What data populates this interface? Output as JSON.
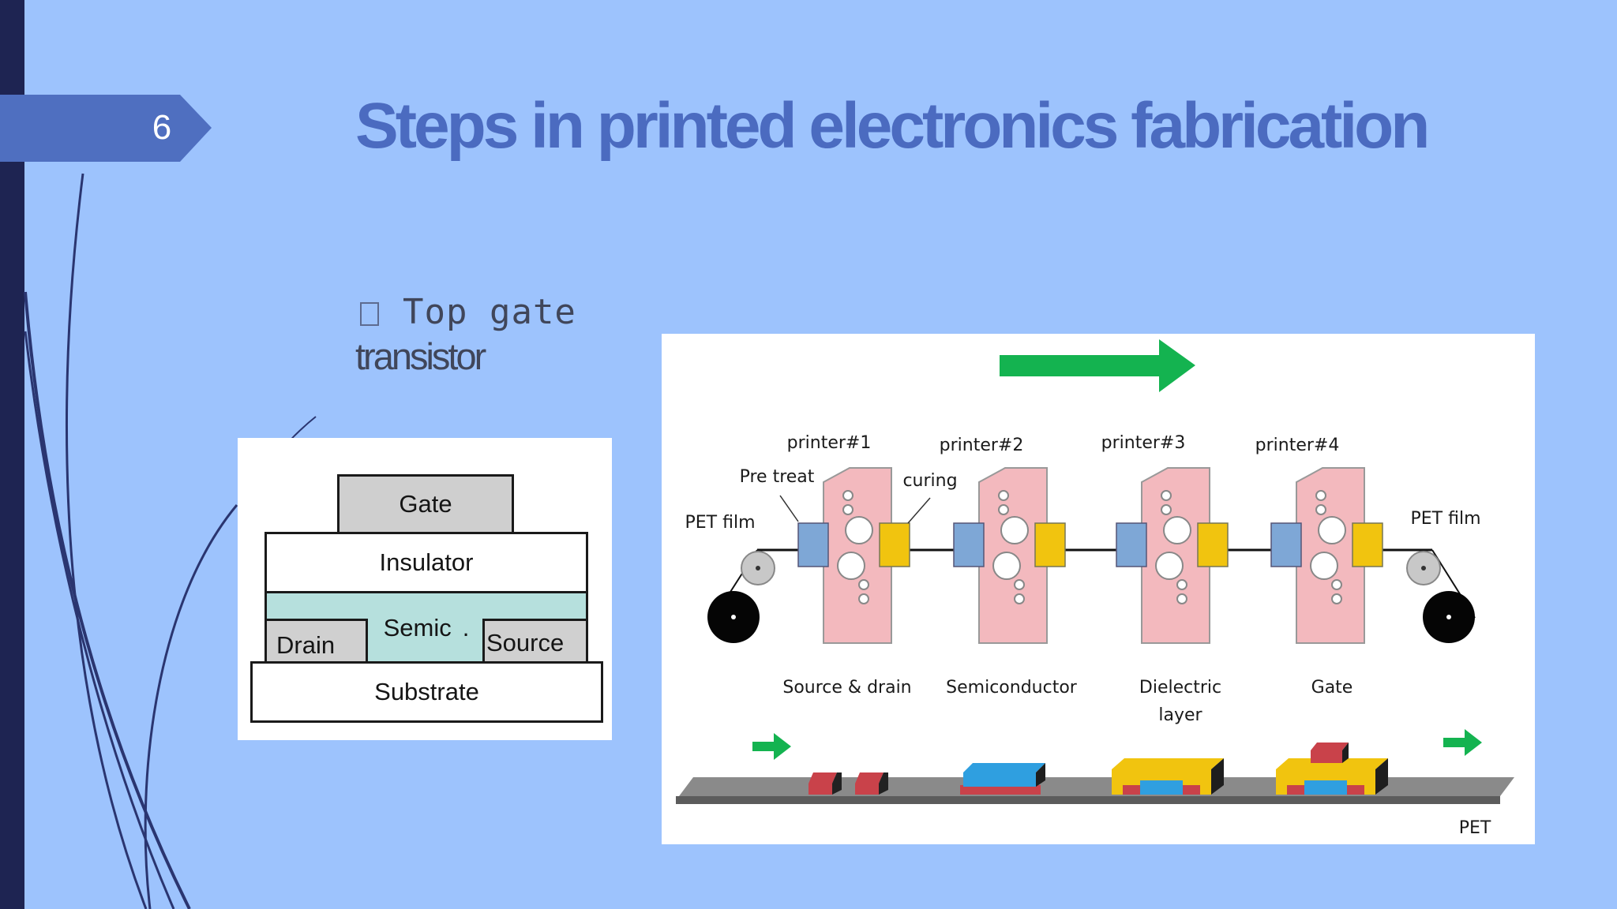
{
  "slide": {
    "number": "6",
    "title": "Steps in printed electronics  fabrication",
    "bullet": {
      "line1": "Top gate",
      "line2": "transistor"
    }
  },
  "transistor_diagram": {
    "gate": "Gate",
    "insulator": "Insulator",
    "semiconductor": "Semic",
    "semiconductor_mark": ".",
    "drain": "Drain",
    "source": "Source",
    "substrate": "Substrate"
  },
  "fab_diagram": {
    "printers": [
      "printer#1",
      "printer#2",
      "printer#3",
      "printer#4"
    ],
    "pretreat_label": "Pre treat",
    "curing_label": "curing",
    "pet_film_left": "PET film",
    "pet_film_right": "PET film",
    "stages": [
      "Source & drain",
      "Semiconductor",
      "Dielectric",
      "Gate"
    ],
    "stage3_line2": "layer",
    "substrate_label": "PET"
  },
  "colors": {
    "background": "#9dc3fd",
    "title": "#4b6bc0",
    "tab": "#4f6fc0",
    "arrow_green": "#14b350",
    "printer_pink": "#f3b9be",
    "pretreat_blue": "#7ea7d6",
    "curing_yellow": "#f1c40f"
  },
  "icons": {
    "bullet": "empty-square-bullet",
    "direction": "right-arrow-green"
  }
}
